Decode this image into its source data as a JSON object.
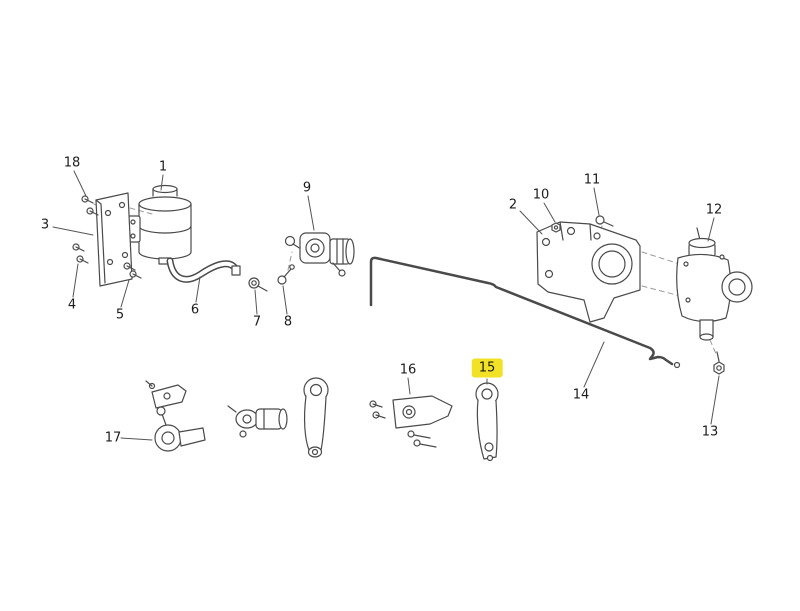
{
  "diagram": {
    "type": "exploded-parts-diagram",
    "background_color": "#ffffff",
    "line_color": "#4a4a4a",
    "highlight_color": "#f2e227",
    "callouts": [
      {
        "part": "1",
        "text": "1",
        "highlighted": false
      },
      {
        "part": "2",
        "text": "2",
        "highlighted": false
      },
      {
        "part": "3",
        "text": "3",
        "highlighted": false
      },
      {
        "part": "4",
        "text": "4",
        "highlighted": false
      },
      {
        "part": "5",
        "text": "5",
        "highlighted": false
      },
      {
        "part": "6",
        "text": "6",
        "highlighted": false
      },
      {
        "part": "7",
        "text": "7",
        "highlighted": false
      },
      {
        "part": "8",
        "text": "8",
        "highlighted": false
      },
      {
        "part": "9",
        "text": "9",
        "highlighted": false
      },
      {
        "part": "10",
        "text": "10",
        "highlighted": false
      },
      {
        "part": "11",
        "text": "11",
        "highlighted": false
      },
      {
        "part": "12",
        "text": "12",
        "highlighted": false
      },
      {
        "part": "13",
        "text": "13",
        "highlighted": false
      },
      {
        "part": "14",
        "text": "14",
        "highlighted": false
      },
      {
        "part": "15",
        "text": "15",
        "highlighted": true
      },
      {
        "part": "16",
        "text": "16",
        "highlighted": false
      },
      {
        "part": "17",
        "text": "17",
        "highlighted": false
      },
      {
        "part": "18",
        "text": "18",
        "highlighted": false
      }
    ]
  }
}
